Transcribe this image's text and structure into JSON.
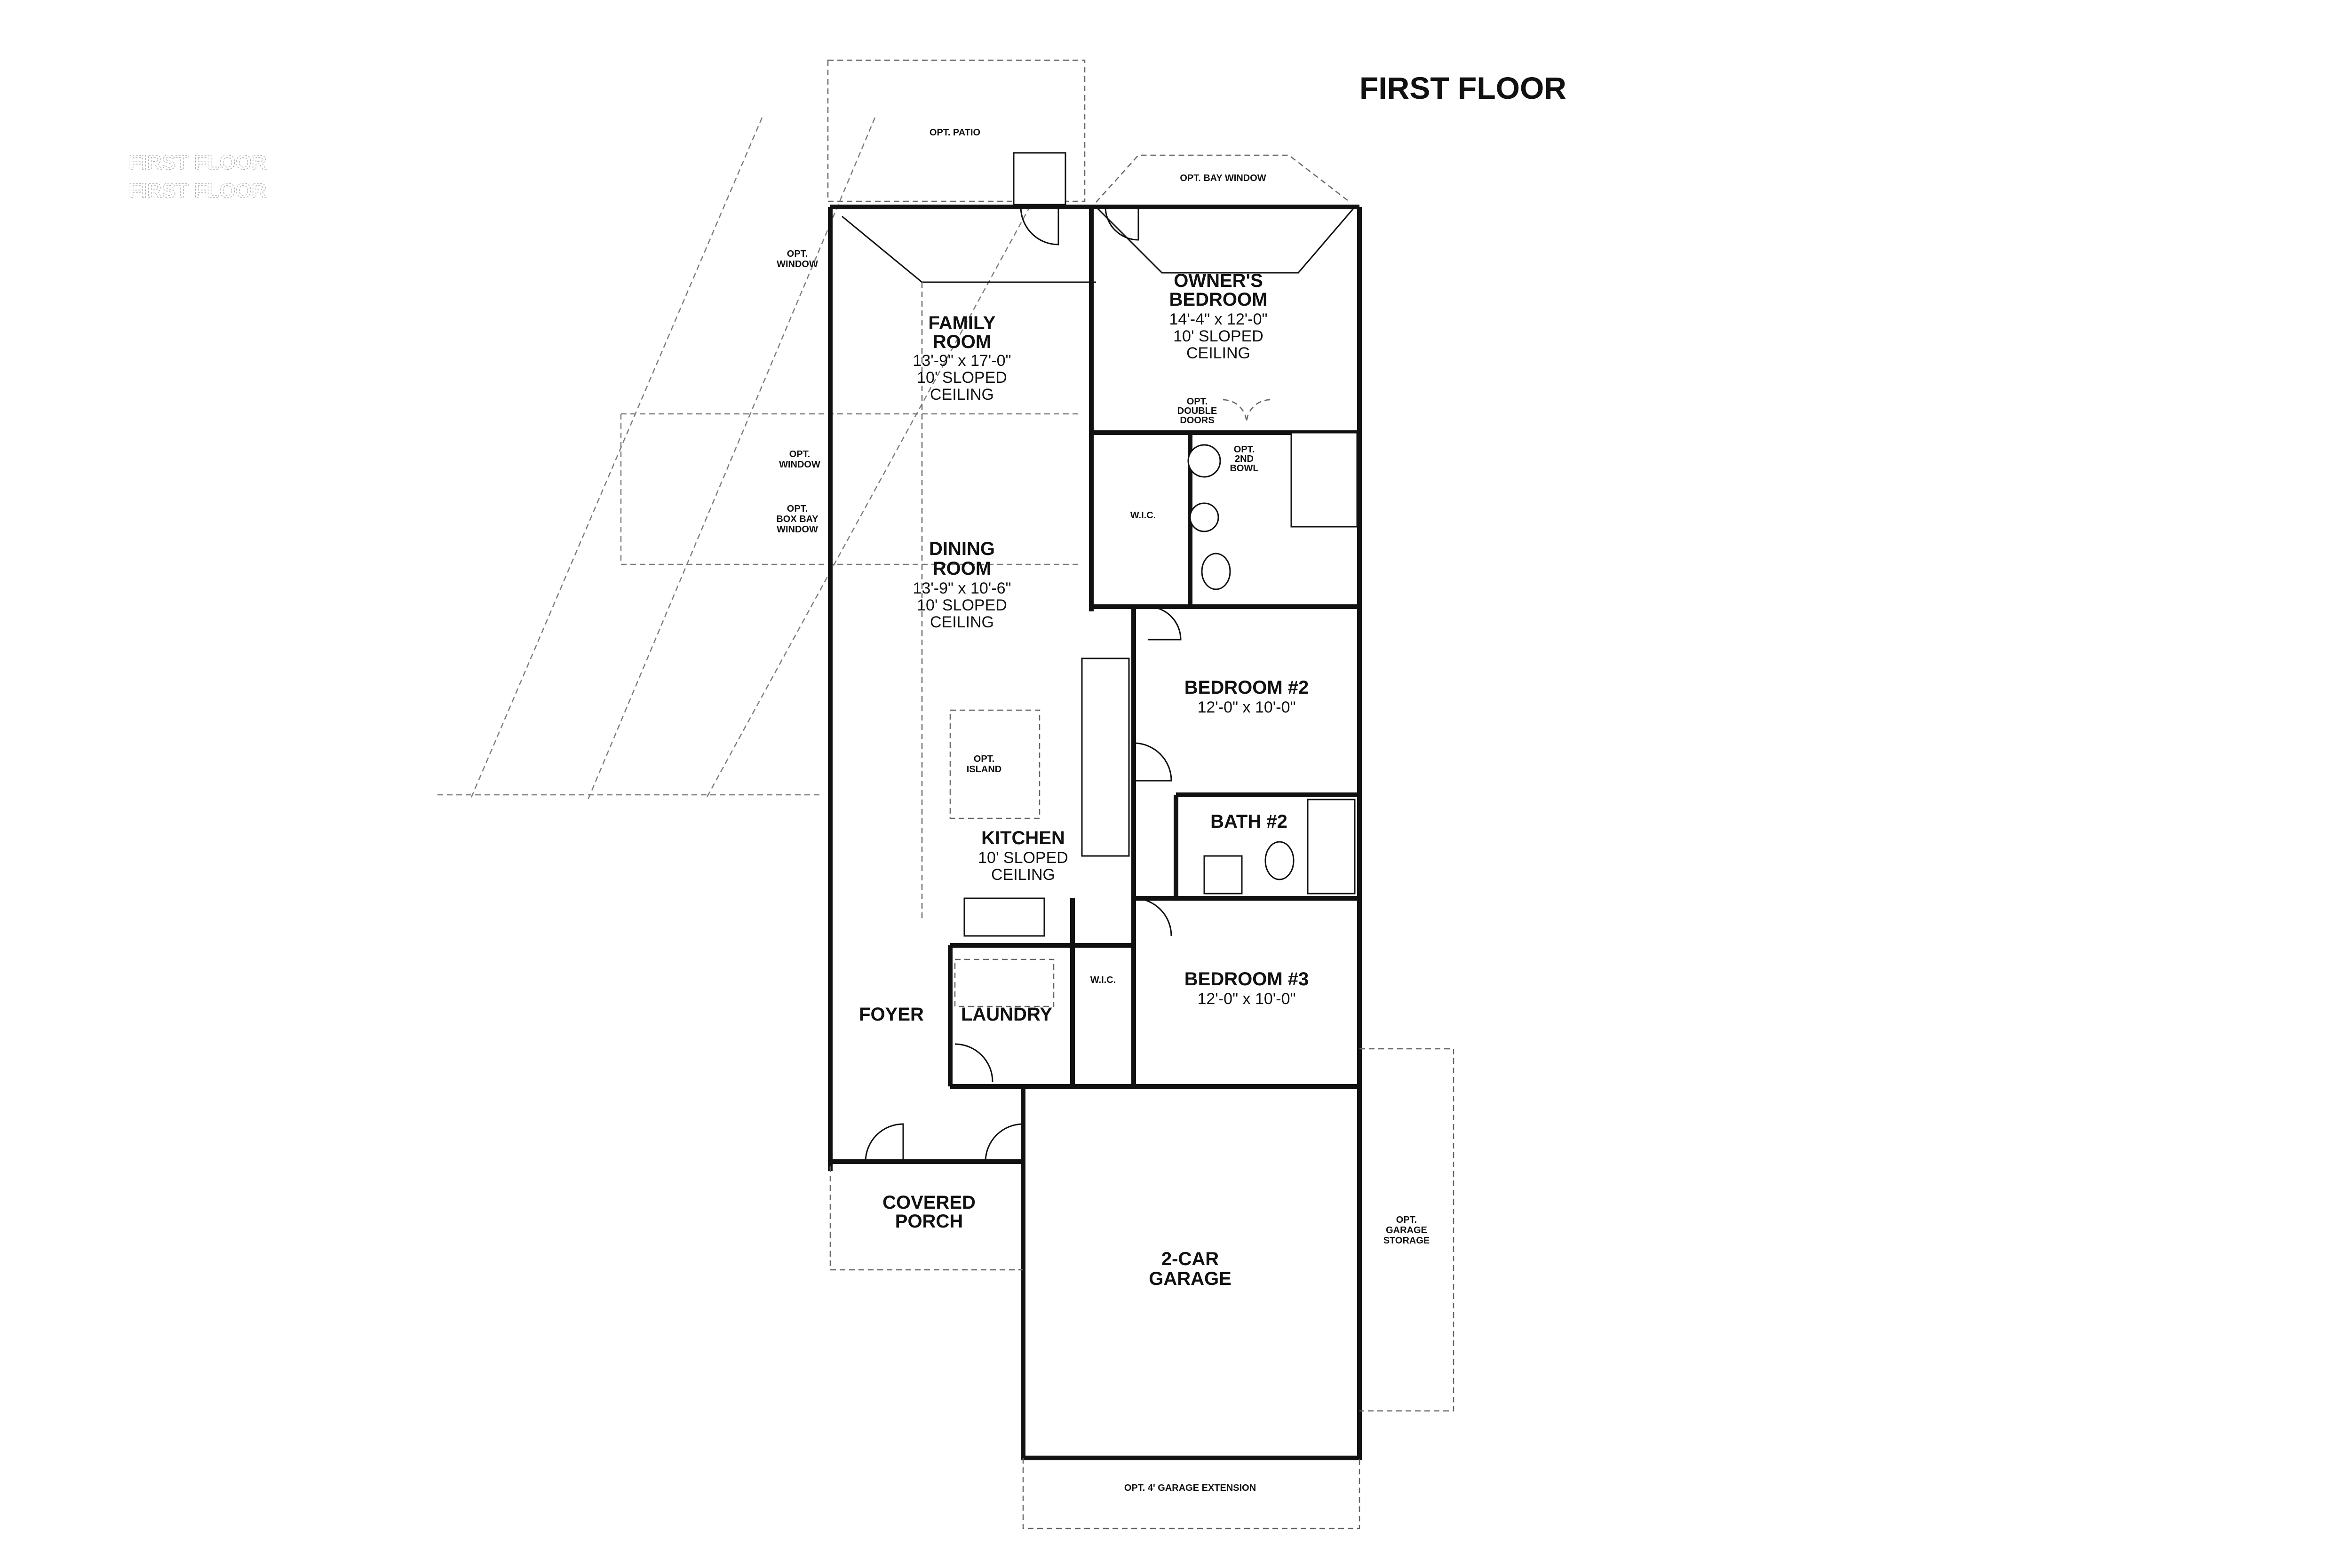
{
  "title": "FIRST FLOOR",
  "ghost_title": "FIRST FLOOR",
  "rooms": {
    "family": {
      "name_1": "FAMILY",
      "name_2": "ROOM",
      "dims": "13'-9\" x 17'-0\"",
      "ceiling_1": "10' SLOPED",
      "ceiling_2": "CEILING"
    },
    "owners": {
      "name_1": "OWNER'S",
      "name_2": "BEDROOM",
      "dims": "14'-4\" x 12'-0\"",
      "ceiling_1": "10' SLOPED",
      "ceiling_2": "CEILING"
    },
    "dining": {
      "name_1": "DINING",
      "name_2": "ROOM",
      "dims": "13'-9\" x 10'-6\"",
      "ceiling_1": "10' SLOPED",
      "ceiling_2": "CEILING"
    },
    "bedroom2": {
      "name": "BEDROOM #2",
      "dims": "12'-0\" x 10'-0\""
    },
    "bath2": {
      "name": "BATH #2"
    },
    "kitchen": {
      "name": "KITCHEN",
      "ceiling_1": "10' SLOPED",
      "ceiling_2": "CEILING"
    },
    "bedroom3": {
      "name": "BEDROOM #3",
      "dims": "12'-0\" x 10'-0\""
    },
    "foyer": {
      "name": "FOYER"
    },
    "laundry": {
      "name": "LAUNDRY"
    },
    "porch": {
      "name_1": "COVERED",
      "name_2": "PORCH"
    },
    "garage": {
      "name_1": "2-CAR",
      "name_2": "GARAGE"
    },
    "wic_owner": {
      "name": "W.I.C."
    },
    "wic_small": {
      "name": "W.I.C."
    }
  },
  "options": {
    "patio": "OPT. PATIO",
    "bay_window": "OPT. BAY WINDOW",
    "window_top_1": "OPT.",
    "window_top_2": "WINDOW",
    "window_mid_1": "OPT.",
    "window_mid_2": "WINDOW",
    "box_bay_1": "OPT.",
    "box_bay_2": "BOX BAY",
    "box_bay_3": "WINDOW",
    "double_doors_1": "OPT.",
    "double_doors_2": "DOUBLE",
    "double_doors_3": "DOORS",
    "second_bowl_1": "OPT.",
    "second_bowl_2": "2ND",
    "second_bowl_3": "BOWL",
    "island_1": "OPT.",
    "island_2": "ISLAND",
    "garage_storage_1": "OPT.",
    "garage_storage_2": "GARAGE",
    "garage_storage_3": "STORAGE",
    "garage_extension": "OPT. 4' GARAGE EXTENSION"
  },
  "colors": {
    "wall": "#111111",
    "optional_outline": "#666666",
    "ghost": "#999999",
    "background": "#ffffff"
  }
}
